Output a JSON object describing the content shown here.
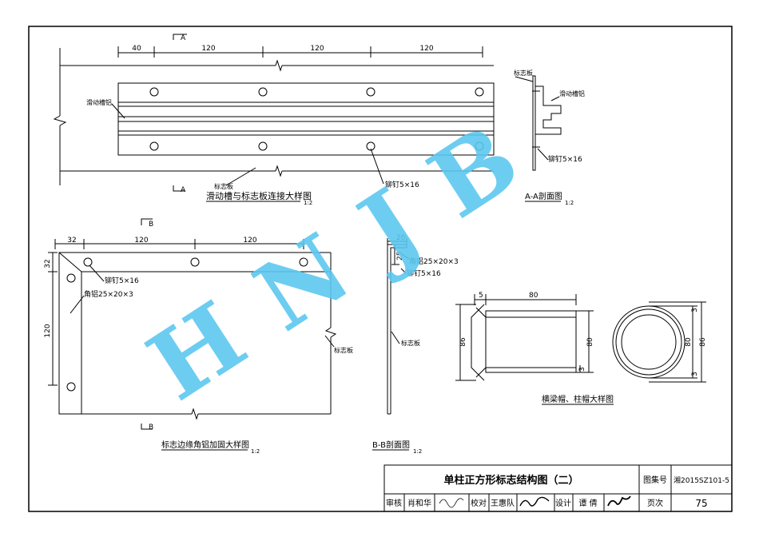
{
  "watermark": "HNJB",
  "detail1": {
    "title": "滑动槽与标志板连接大样图",
    "scale": "1:2",
    "dims": [
      "40",
      "120",
      "120",
      "120"
    ],
    "section_mark": "A",
    "label_slot": "滑动槽铝",
    "label_plate": "标志板",
    "label_rivet": "铆钉5×16"
  },
  "detailAA": {
    "title": "A-A剖面图",
    "scale": "1:2",
    "label_plate": "标志板",
    "label_slot": "滑动槽铝",
    "label_rivet": "铆钉5×16"
  },
  "detail2": {
    "title": "标志边缘角铝加固大样图",
    "scale": "1:2",
    "section_mark": "B",
    "dims_h": [
      "32",
      "120",
      "120"
    ],
    "dims_v": [
      "32",
      "120"
    ],
    "label_rivet": "铆钉5×16",
    "label_angle": "角铝25×20×3",
    "label_plate": "标志板"
  },
  "detailBB": {
    "title": "B-B剖面图",
    "scale": "1:2",
    "dim_top": "20",
    "dim_side": "25",
    "label_angle": "角铝25×20×3",
    "label_rivet": "铆钉5×16",
    "label_plate": "标志板"
  },
  "detail3": {
    "title": "横梁帽、柱帽大样图",
    "dims": [
      "5",
      "80",
      "86",
      "80",
      "3",
      "3",
      "80",
      "86",
      "3"
    ]
  },
  "titleblock": {
    "title": "单柱正方形标志结构图（二）",
    "atlas_label": "图集号",
    "atlas_no": "湘2015SZ101-5",
    "page_label": "页次",
    "page_no": "75",
    "review_label": "审核",
    "reviewer": "肖和华",
    "check_label": "校对",
    "checker": "王惠队",
    "design_label": "设计",
    "designer": "谭 倩"
  }
}
